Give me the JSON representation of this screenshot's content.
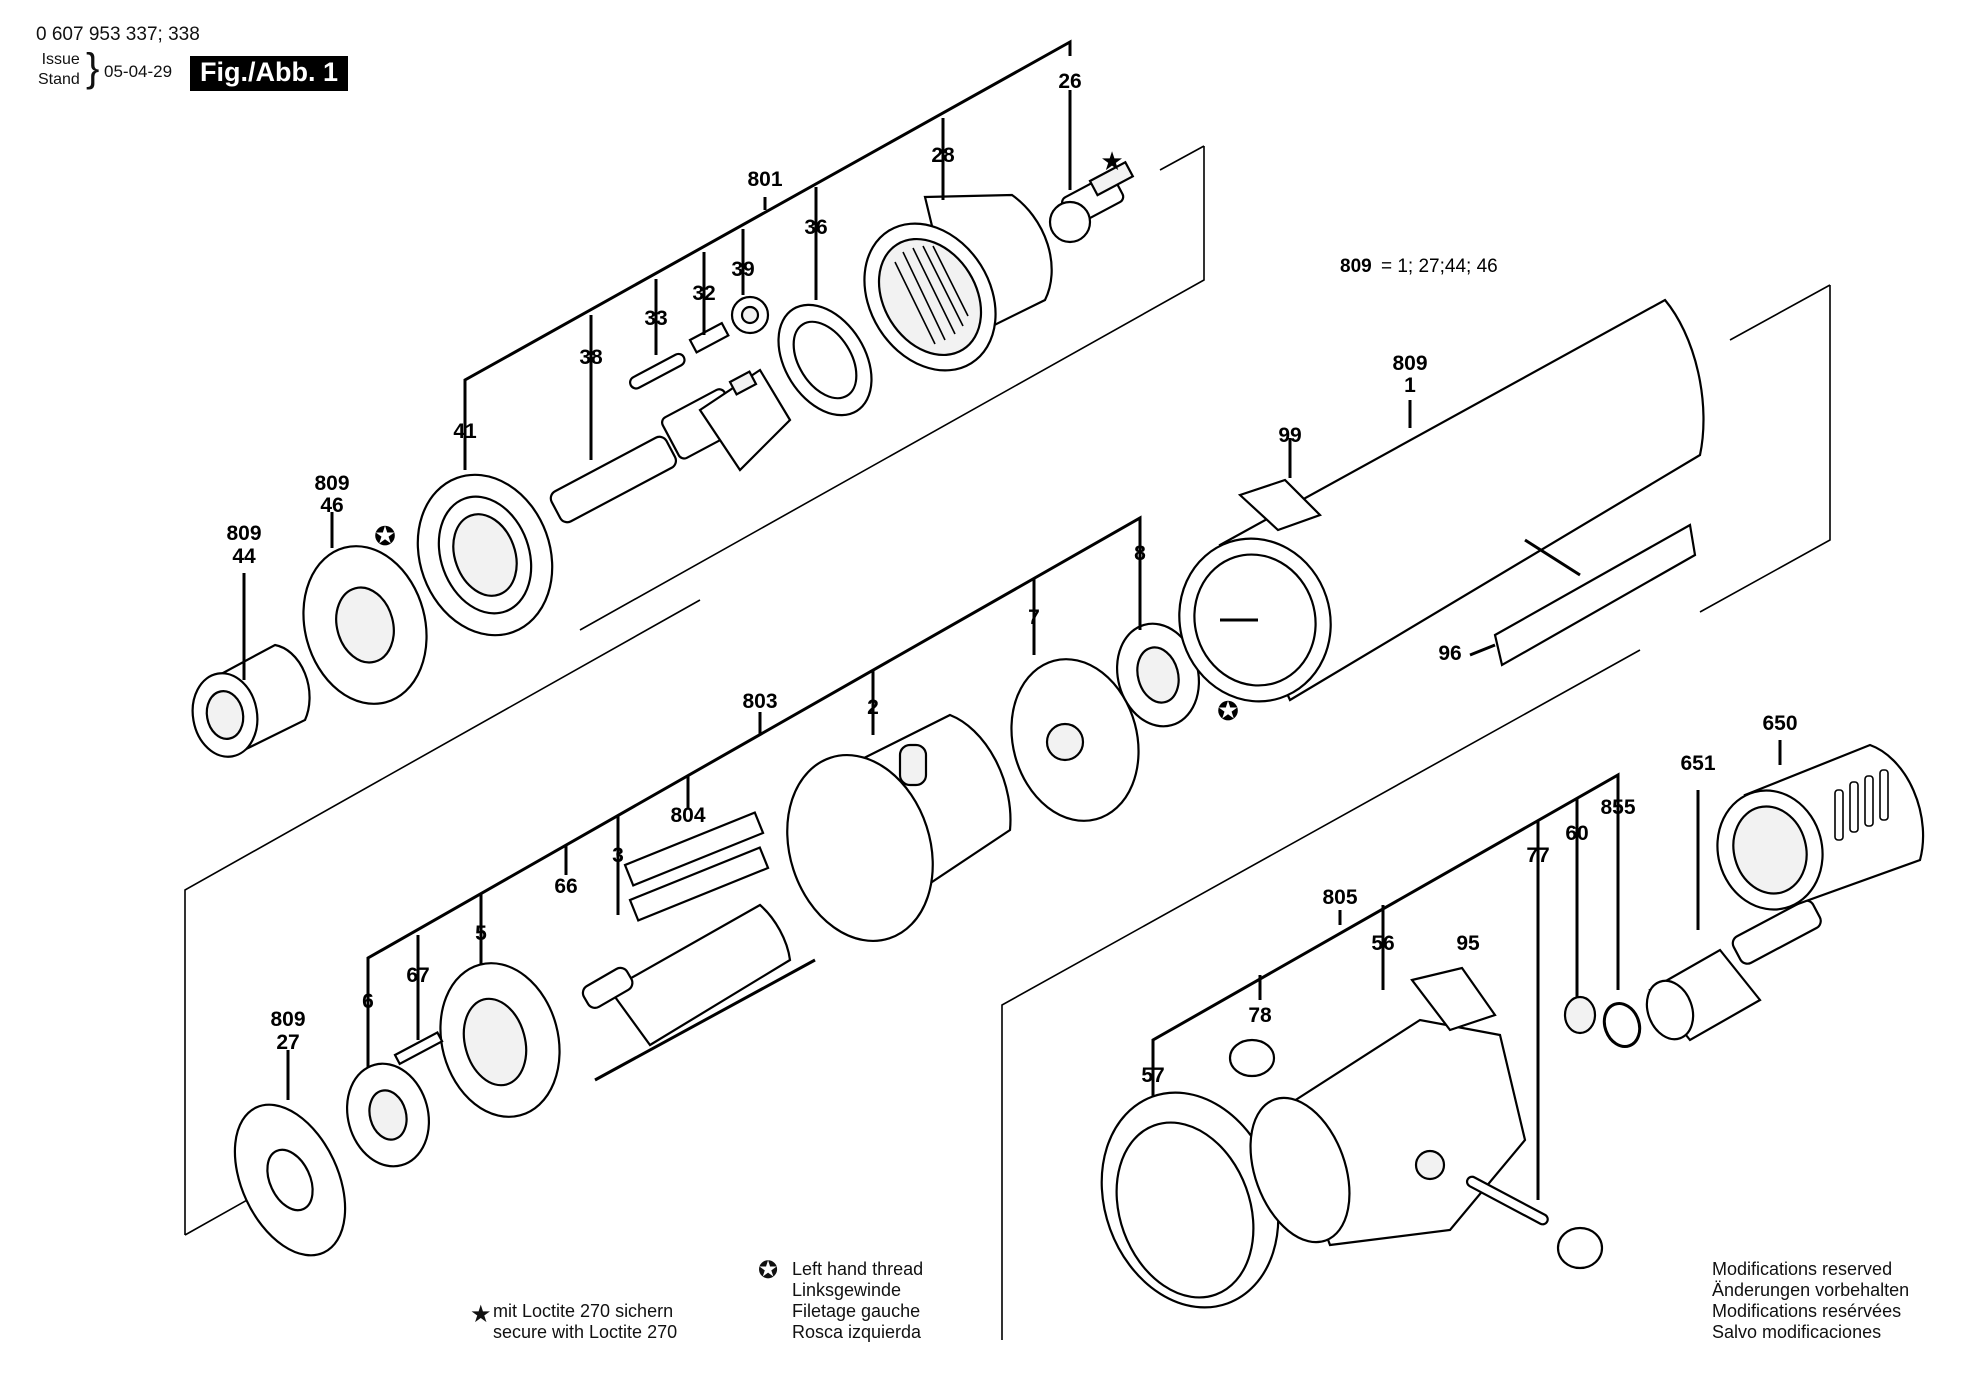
{
  "header": {
    "doc_number": "0 607 953 337; 338",
    "issue_label_1": "Issue",
    "issue_label_2": "Stand",
    "issue_date": "05-04-29",
    "figure_title": "Fig./Abb. 1"
  },
  "set_definition": {
    "set_number": "809",
    "set_members": "= 1; 27;44; 46"
  },
  "part_labels": {
    "p801": "801",
    "p28": "28",
    "p26": "26",
    "p36": "36",
    "p39": "39",
    "p32": "32",
    "p33": "33",
    "p38": "38",
    "p41": "41",
    "p809_46_a": "809",
    "p809_46_b": "46",
    "p809_44_a": "809",
    "p809_44_b": "44",
    "p809_1_a": "809",
    "p809_1_b": "1",
    "p99": "99",
    "p96": "96",
    "p8": "8",
    "p7": "7",
    "p803": "803",
    "p2": "2",
    "p804": "804",
    "p3": "3",
    "p66": "66",
    "p5": "5",
    "p67": "67",
    "p6": "6",
    "p809_27_a": "809",
    "p809_27_b": "27",
    "p650": "650",
    "p651": "651",
    "p855": "855",
    "p60": "60",
    "p77": "77",
    "p805": "805",
    "p56": "56",
    "p95": "95",
    "p78": "78",
    "p57": "57"
  },
  "symbols": {
    "star": "★",
    "left_thread": "✪"
  },
  "notes": {
    "loctite_de": "mit Loctite 270 sichern",
    "loctite_en": "secure with Loctite 270",
    "lh_1": "Left hand thread",
    "lh_2": "Linksgewinde",
    "lh_3": "Filetage gauche",
    "lh_4": "Rosca izquierda",
    "mods_1": "Modifications reserved",
    "mods_2": "Änderungen vorbehalten",
    "mods_3": "Modifications resérvées",
    "mods_4": "Salvo modificaciones"
  }
}
